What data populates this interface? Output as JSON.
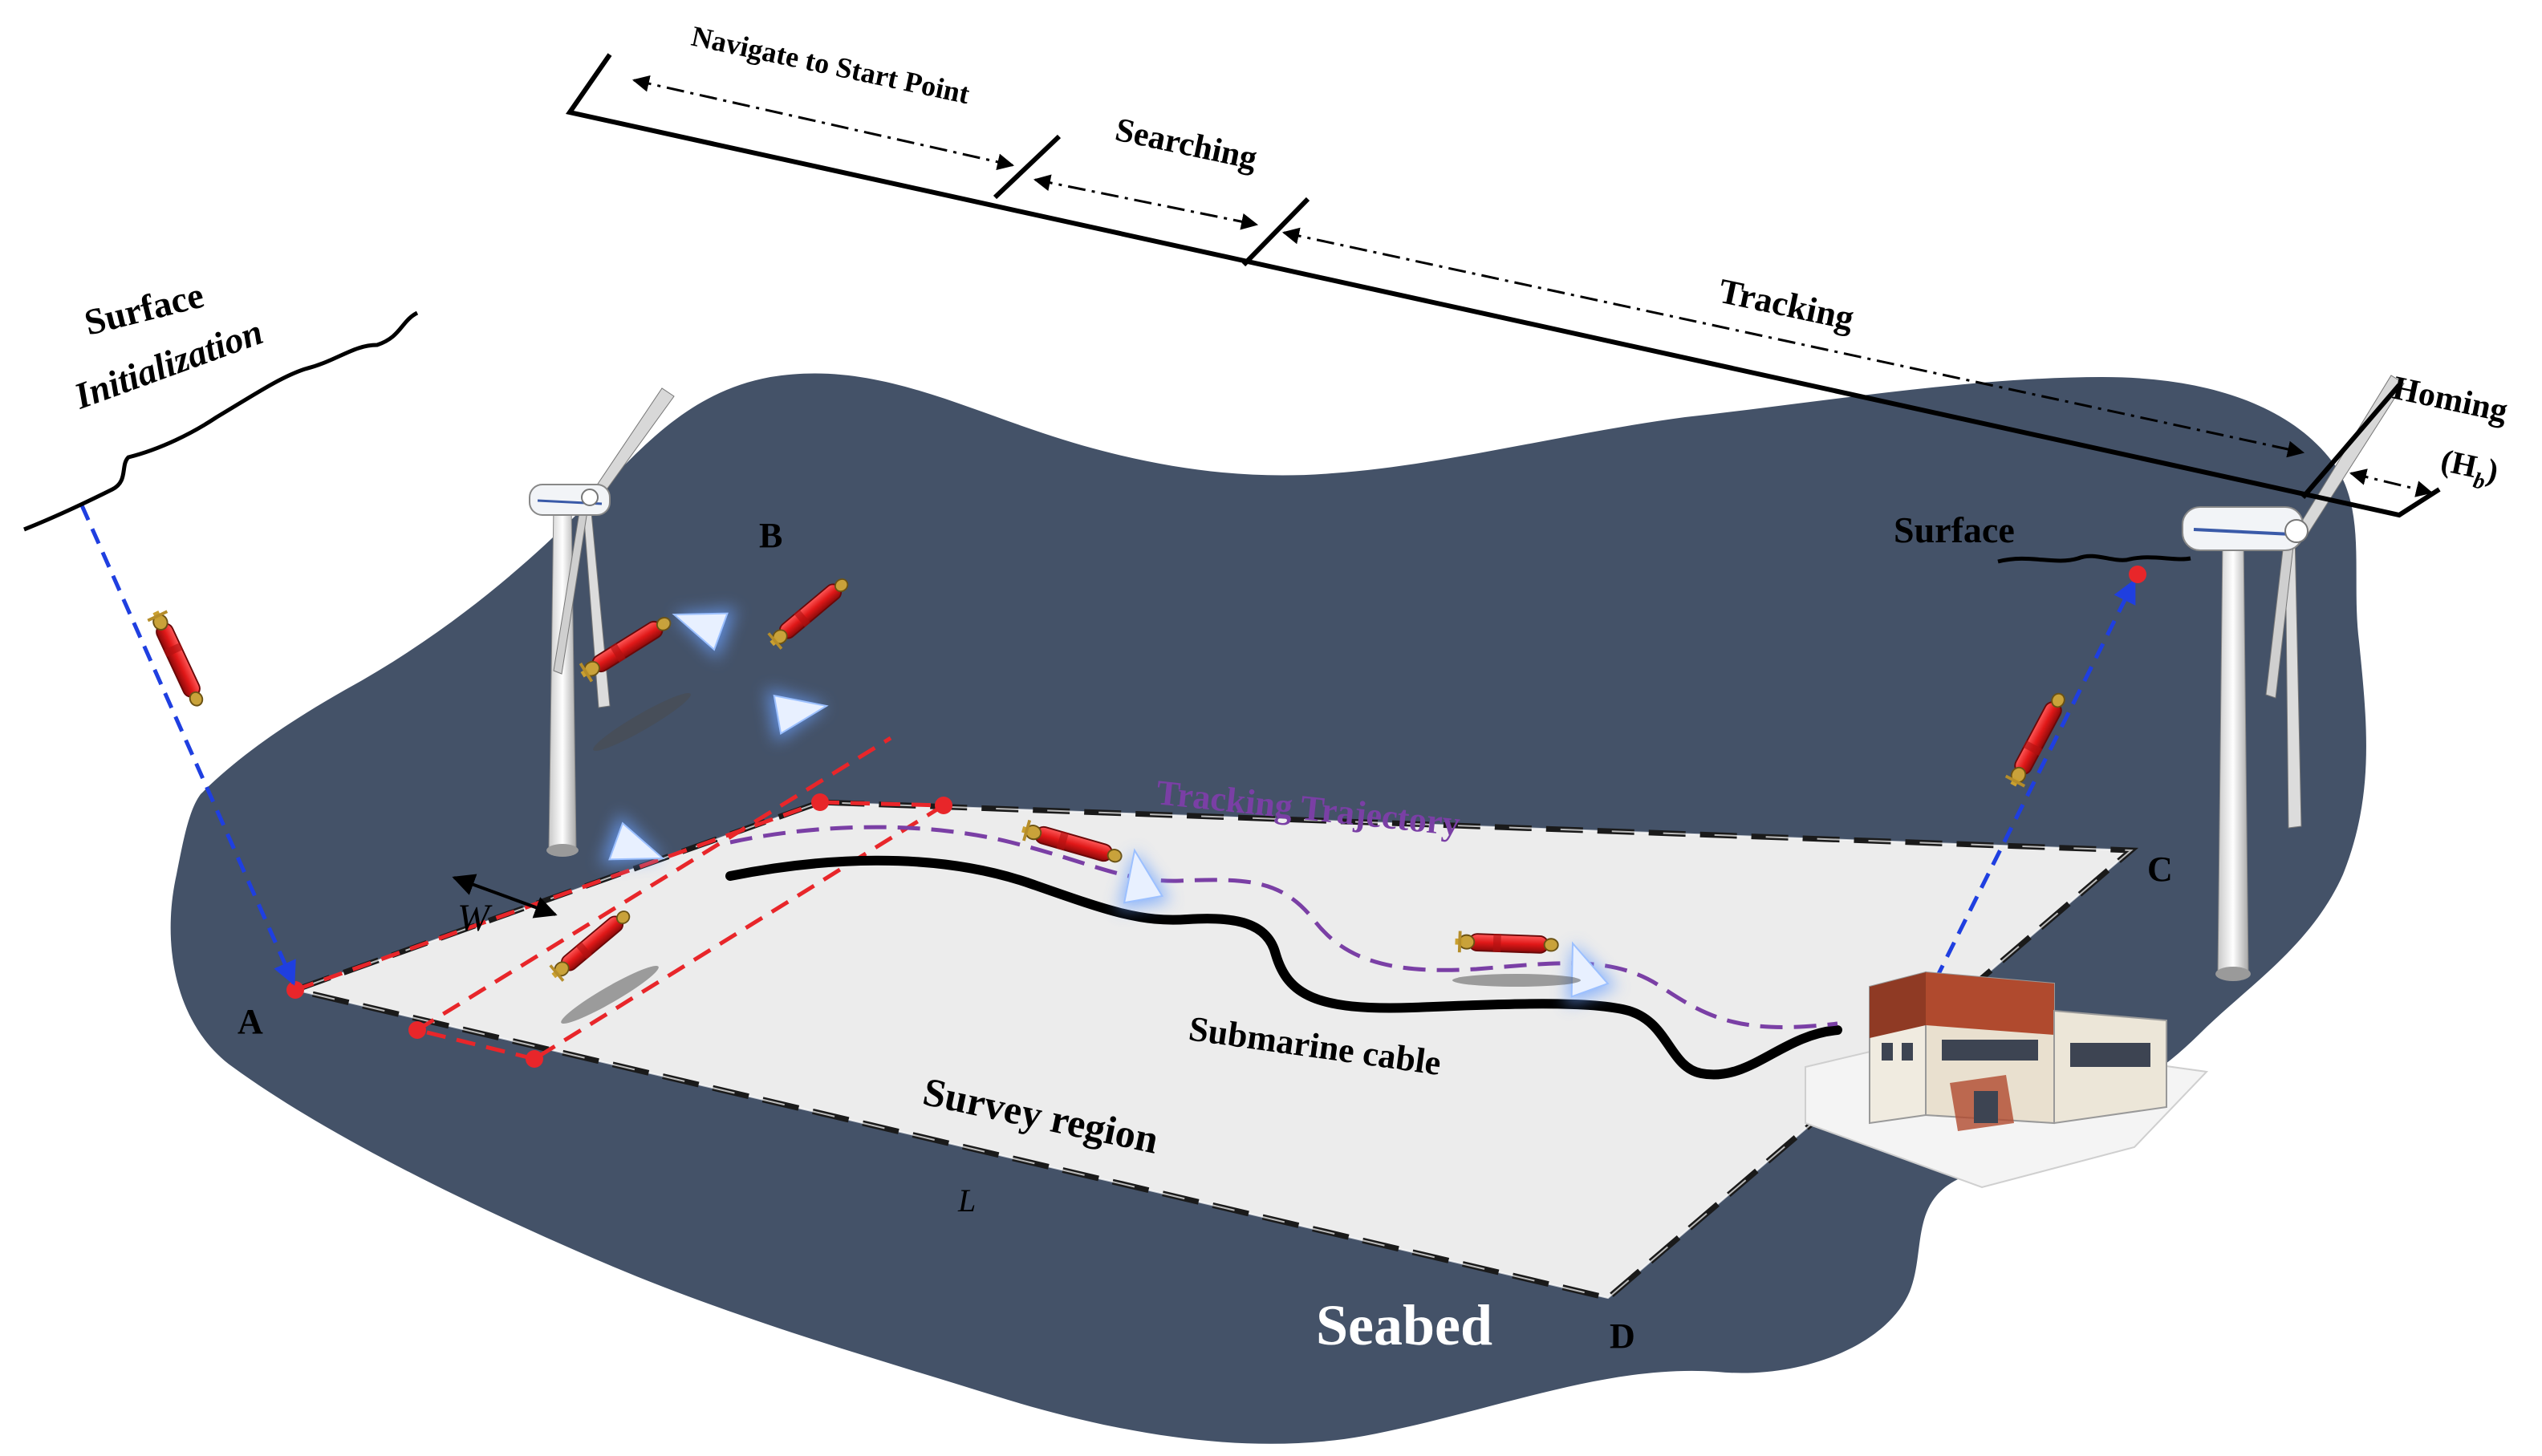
{
  "phases": {
    "navigate": "Navigate  to Start  Point",
    "searching": "Searching",
    "tracking": "Tracking",
    "homing": "Homing",
    "homing_sub": "(H",
    "homing_sub_b": "b",
    "homing_close": ")"
  },
  "surface_init": {
    "line1": "Surface",
    "line2": "Initialization"
  },
  "surface_end": "Surface",
  "corners": {
    "a": "A",
    "b": "B",
    "c": "C",
    "d": "D"
  },
  "labels": {
    "width": "W",
    "length": "L",
    "tracking_trajectory": "Tracking Trajectory",
    "submarine_cable": "Submarine cable",
    "survey_region": "Survey region",
    "seabed": "Seabed"
  },
  "colors": {
    "seabed": "#445268",
    "region": "#ececec",
    "auv_body": "#e01818",
    "auv_tip": "#c9a23a",
    "lawnmower": "#e8262a",
    "trajectory": "#7a3fa5",
    "transit": "#1f3fe0",
    "glow": "#6aa0ff"
  },
  "icons": [
    "wind-turbine-icon",
    "auv-icon",
    "building-icon",
    "sonar-beam-icon"
  ]
}
